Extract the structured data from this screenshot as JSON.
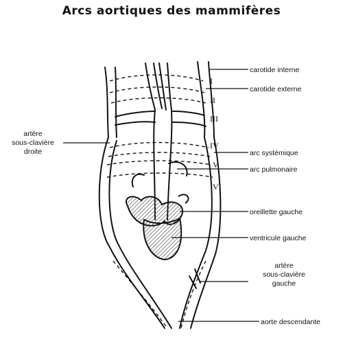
{
  "title": "Arcs aortiques des mammifères",
  "arch_numerals": [
    "I",
    "II",
    "III",
    "IV",
    "V",
    "VI"
  ],
  "labels": {
    "carotide_interne": "carotide interne",
    "carotide_externe": "carotide externe",
    "arc_systemique": "arc systémique",
    "arc_pulmonaire": "arc pulmonaire",
    "oreillette_gauche": "oreillette gauche",
    "ventricule_gauche": "ventricule gauche",
    "aorte_descendante": "aorte descendante",
    "sous_claviere_droite": [
      "artère",
      "sous-clavière",
      "droite"
    ],
    "sous_claviere_gauche": [
      "artère",
      "sous-clavière",
      "gauche"
    ]
  },
  "colors": {
    "ink": "#111111",
    "hatch": "#555555",
    "background": "#ffffff"
  }
}
